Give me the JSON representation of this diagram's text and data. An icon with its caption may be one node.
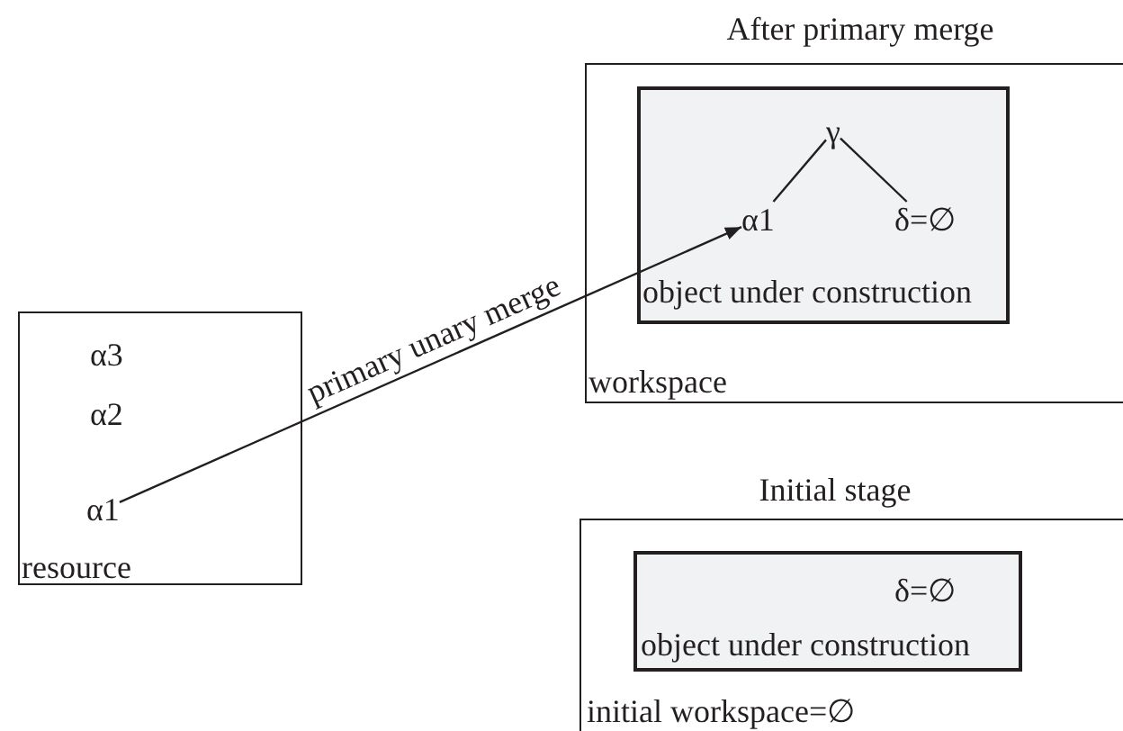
{
  "diagram": {
    "nodes": [
      {
        "text": [
          "α3",
          "α2",
          "resource"
        ]
      },
      {
        "text": [
          "α1"
        ],
        "in": 0
      },
      {
        "text": [
          "After primary merge",
          "workspace"
        ]
      },
      {
        "text": [
          "object under construction"
        ],
        "in": 2
      },
      {
        "text": [
          "γ"
        ],
        "in": 3
      },
      {
        "text": [
          "α1"
        ],
        "in": 3
      },
      {
        "text": [
          "δ=∅"
        ],
        "in": 3
      },
      {
        "text": [
          "Initial stage",
          "initial workspace=∅"
        ]
      },
      {
        "text": [
          "δ=∅",
          "object under construction"
        ],
        "in": 7
      }
    ],
    "edges": [
      {
        "from": 1,
        "to": 5,
        "arrow": "to",
        "label": "primary unary merge"
      },
      {
        "from": 4,
        "to": 5,
        "arrow": "none"
      },
      {
        "from": 4,
        "to": 6,
        "arrow": "none"
      }
    ]
  }
}
